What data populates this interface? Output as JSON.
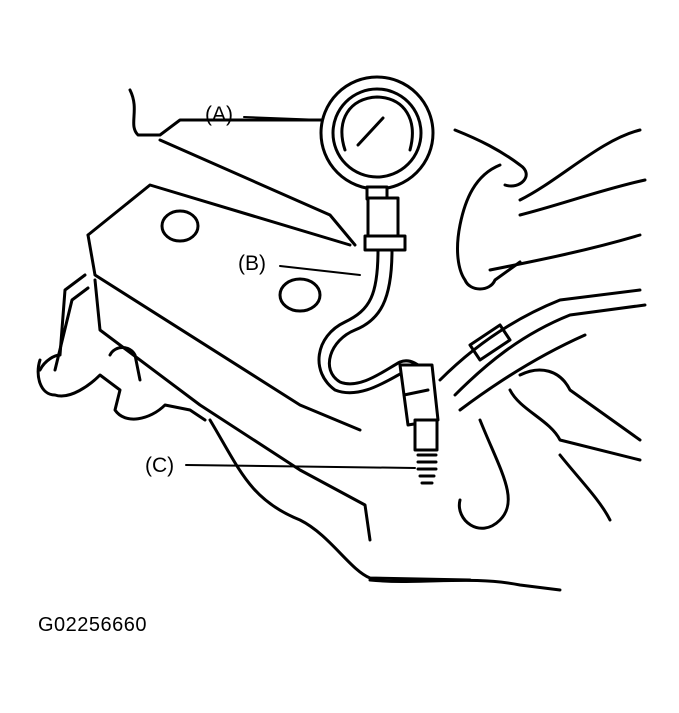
{
  "labels": {
    "a": "(A)",
    "b": "(B)",
    "c": "(C)"
  },
  "figure_id": "G02256660",
  "colors": {
    "ink": "#000000",
    "paper": "#ffffff"
  }
}
